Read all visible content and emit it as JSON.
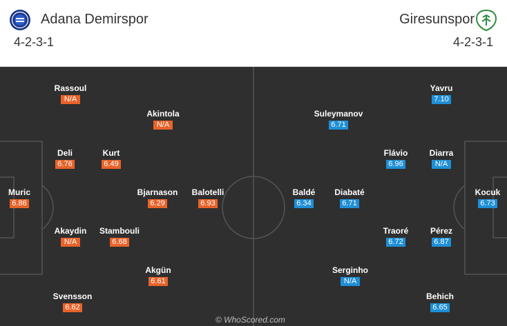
{
  "home_team": {
    "name": "Adana Demirspor",
    "formation": "4-2-3-1",
    "crest_icon": "adana-demirspor-crest-icon",
    "accent": "#e8632a"
  },
  "away_team": {
    "name": "Giresunspor",
    "formation": "4-2-3-1",
    "crest_icon": "giresunspor-crest-icon",
    "accent": "#1f8fd6"
  },
  "home_players": [
    {
      "name": "Rassoul",
      "rating": "N/A"
    },
    {
      "name": "Akintola",
      "rating": "N/A"
    },
    {
      "name": "Deli",
      "rating": "6.76"
    },
    {
      "name": "Kurt",
      "rating": "6.49"
    },
    {
      "name": "Muric",
      "rating": "6.86"
    },
    {
      "name": "Bjarnason",
      "rating": "6.29"
    },
    {
      "name": "Balotelli",
      "rating": "6.93"
    },
    {
      "name": "Akaydin",
      "rating": "N/A"
    },
    {
      "name": "Stambouli",
      "rating": "6.68"
    },
    {
      "name": "Akgün",
      "rating": "6.61"
    },
    {
      "name": "Svensson",
      "rating": "6.62"
    }
  ],
  "away_players": [
    {
      "name": "Yavru",
      "rating": "7.10"
    },
    {
      "name": "Suleymanov",
      "rating": "6.71"
    },
    {
      "name": "Flávio",
      "rating": "6.96"
    },
    {
      "name": "Diarra",
      "rating": "N/A"
    },
    {
      "name": "Kocuk",
      "rating": "6.73"
    },
    {
      "name": "Baldé",
      "rating": "6.34"
    },
    {
      "name": "Diabaté",
      "rating": "6.71"
    },
    {
      "name": "Traoré",
      "rating": "6.72"
    },
    {
      "name": "Pérez",
      "rating": "6.87"
    },
    {
      "name": "Serginho",
      "rating": "N/A"
    },
    {
      "name": "Behich",
      "rating": "6.65"
    }
  ],
  "watermark": "© WhoScored.com"
}
